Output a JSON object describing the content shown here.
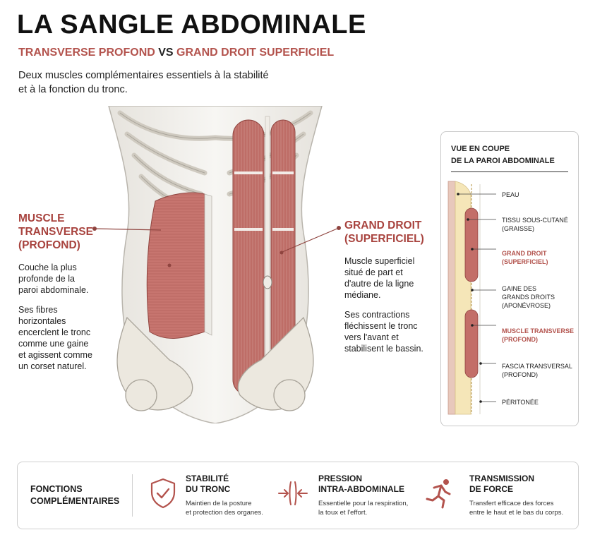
{
  "header": {
    "title": "LA SANGLE ABDOMINALE",
    "subtitle_part1": "TRANSVERSE PROFOND",
    "subtitle_vs": "VS",
    "subtitle_part2": "GRAND DROIT SUPERFICIEL",
    "intro_line1": "Deux muscles complémentaires essentiels à la stabilité",
    "intro_line2": "et à la fonction du tronc."
  },
  "transverse": {
    "title_line1": "MUSCLE",
    "title_line2": "TRANSVERSE",
    "title_line3": "(PROFOND)",
    "desc1": [
      "Couche la plus",
      "profonde de la",
      "paroi abdominale."
    ],
    "desc2": [
      "Ses fibres",
      "horizontales",
      "encerclent le tronc",
      "comme une gaine",
      "et agissent comme",
      "un corset naturel."
    ]
  },
  "grand_droit": {
    "title_line1": "GRAND DROIT",
    "title_line2": "(SUPERFICIEL)",
    "desc1": [
      "Muscle superficiel",
      "situé de part et",
      "d'autre de la ligne",
      "médiane."
    ],
    "desc2": [
      "Ses contractions",
      "fléchissent le tronc",
      "vers l'avant et",
      "stabilisent le bassin."
    ]
  },
  "coupe": {
    "title_line1": "VUE EN COUPE",
    "title_line2": "DE LA PAROI ABDOMINALE",
    "layers": [
      {
        "line1": "PEAU",
        "line2": "",
        "highlight": false
      },
      {
        "line1": "TISSU SOUS-CUTANÉ",
        "line2": "(GRAISSE)",
        "highlight": false
      },
      {
        "line1": "GRAND DROIT",
        "line2": "(SUPERFICIEL)",
        "highlight": true
      },
      {
        "line1": "GAINE DES",
        "line2": "GRANDS DROITS",
        "line3": "(APONÉVROSE)",
        "highlight": false
      },
      {
        "line1": "MUSCLE TRANSVERSE",
        "line2": "(PROFOND)",
        "highlight": true
      },
      {
        "line1": "FASCIA TRANSVERSAL",
        "line2": "(PROFOND)",
        "highlight": false
      },
      {
        "line1": "PÉRITONÉE",
        "line2": "",
        "highlight": false
      }
    ]
  },
  "footer": {
    "heading_line1": "FONCTIONS",
    "heading_line2": "COMPLÉMENTAIRES",
    "features": [
      {
        "icon": "shield-check-icon",
        "title1": "STABILITÉ",
        "title2": "DU TRONC",
        "desc1": "Maintien de la posture",
        "desc2": "et protection des organes."
      },
      {
        "icon": "compression-arrows-icon",
        "title1": "PRESSION",
        "title2": "INTRA-ABDOMINALE",
        "desc1": "Essentielle pour la respiration,",
        "desc2": "la toux et l'effort."
      },
      {
        "icon": "running-person-icon",
        "title1": "TRANSMISSION",
        "title2": "DE FORCE",
        "desc1": "Transfert efficace des forces",
        "desc2": "entre le haut et le bas du corps."
      }
    ]
  },
  "colors": {
    "accent_red": "#b3534d",
    "muscle": "#c97b75",
    "muscle_dark": "#a8554f",
    "bone": "#eeeae2",
    "text": "#1a1a1a"
  }
}
